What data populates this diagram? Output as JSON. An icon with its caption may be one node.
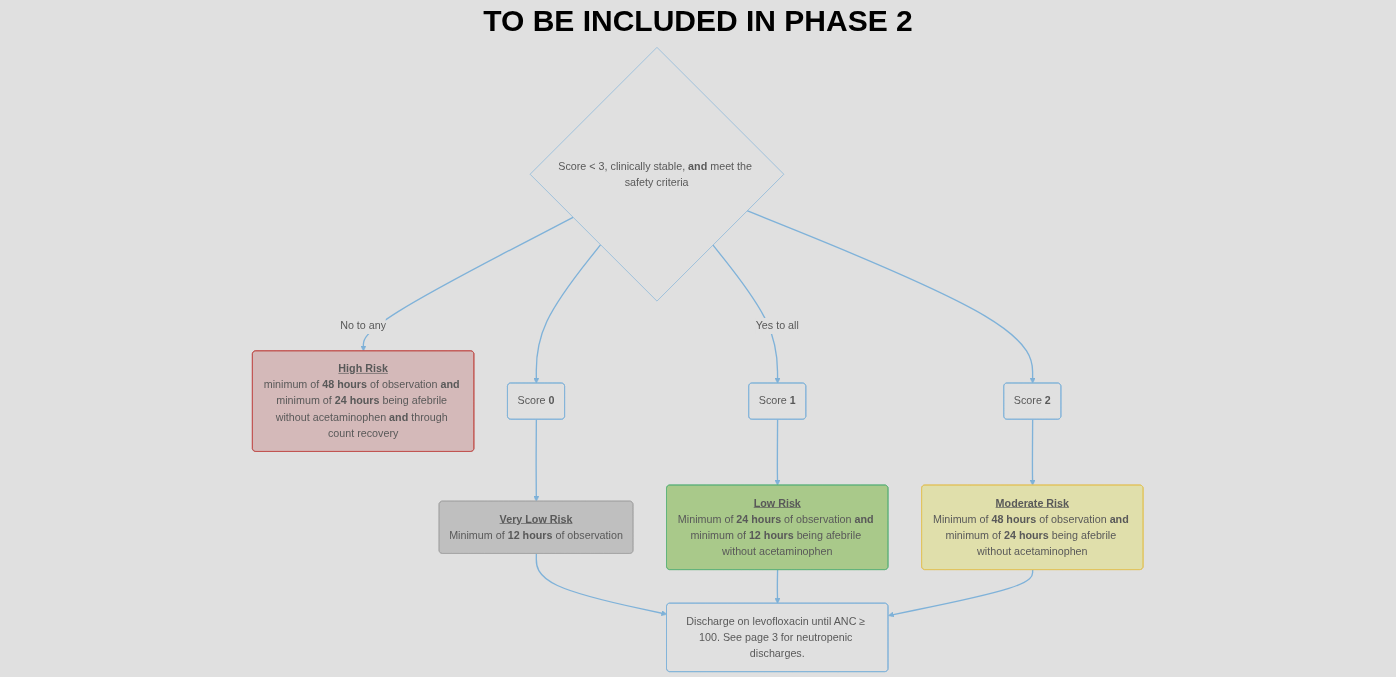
{
  "diagram": {
    "nodes": [
      {
        "text": [
          "Score < 3, clinically stable, **and** meet the safety criteria"
        ]
      },
      {
        "text": [
          "High Risk",
          "minimum of **48 hours** of observation **and** minimum of **24 hours** being afebrile without acetaminophen **and** through count recovery"
        ]
      },
      {
        "text": [
          "Score **0**"
        ]
      },
      {
        "text": [
          "Score **1**"
        ]
      },
      {
        "text": [
          "Score **2**"
        ]
      },
      {
        "text": [
          "Very Low Risk",
          "Minimum of **12 hours** of observation"
        ]
      },
      {
        "text": [
          "Low Risk",
          "Minimum of **24 hours** of observation **and** minimum of **12 hours** being afebrile without acetaminophen"
        ]
      },
      {
        "text": [
          "Moderate Risk",
          "Minimum of **48 hours** of observation **and** minimum of **24 hours** being afebrile without acetaminophen"
        ]
      },
      {
        "text": [
          "Discharge on levofloxacin until ANC ≥ 100. See page 3 for neutropenic discharges."
        ]
      }
    ],
    "edges": [
      {
        "from": 0,
        "to": 1,
        "arrow": "to",
        "label": "No to any"
      },
      {
        "from": 0,
        "to": 2,
        "arrow": "to"
      },
      {
        "from": 0,
        "to": 3,
        "arrow": "to",
        "label": "Yes to all"
      },
      {
        "from": 0,
        "to": 4,
        "arrow": "to"
      },
      {
        "from": 2,
        "to": 5,
        "arrow": "to"
      },
      {
        "from": 3,
        "to": 6,
        "arrow": "to"
      },
      {
        "from": 4,
        "to": 7,
        "arrow": "to"
      },
      {
        "from": 5,
        "to": 8,
        "arrow": "to"
      },
      {
        "from": 6,
        "to": 8,
        "arrow": "to"
      },
      {
        "from": 7,
        "to": 8,
        "arrow": "to"
      }
    ],
    "labels": [
      "TO BE INCLUDED IN PHASE 2"
    ]
  }
}
